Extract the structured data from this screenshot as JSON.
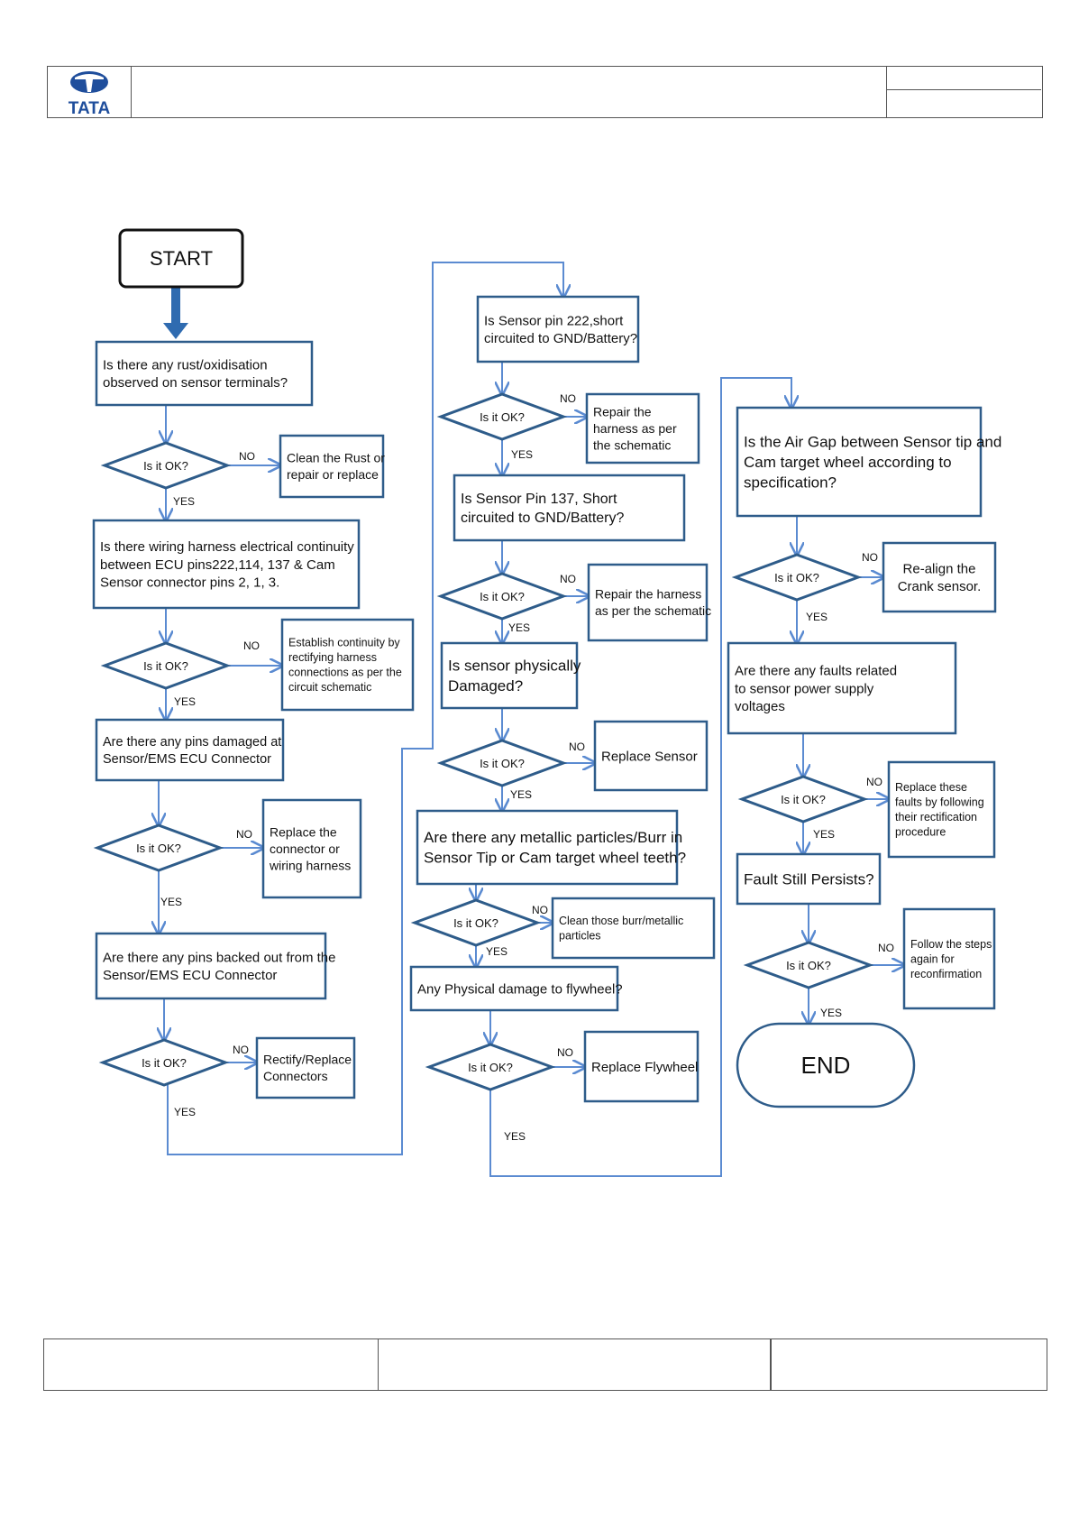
{
  "logo": {
    "text": "TATA",
    "color": "#1F4E9C"
  },
  "colors": {
    "box_border": "#2E5C8A",
    "line": "#5B8BD1",
    "arrow_start": "#2F6BB0"
  },
  "labels": {
    "ok": "Is it OK?",
    "no": "NO",
    "yes": "YES"
  },
  "nodes": {
    "start": "START",
    "q_rust": [
      "Is there any rust/oxidisation",
      "observed on sensor terminals?"
    ],
    "a_rust": [
      "Clean the Rust or",
      "repair or replace"
    ],
    "q_continuity": [
      "Is there wiring harness electrical continuity",
      "between ECU pins222,114, 137 & Cam",
      "Sensor connector pins 2, 1, 3."
    ],
    "a_continuity": [
      "Establish continuity by",
      "rectifying harness",
      "connections as per the",
      "circuit schematic"
    ],
    "q_pins_damaged": [
      "Are there any pins damaged at",
      "Sensor/EMS ECU Connector"
    ],
    "a_pins_damaged": [
      "Replace the",
      "connector or",
      "wiring harness"
    ],
    "q_pins_backed": [
      "Are there any pins backed out from the",
      "Sensor/EMS ECU Connector"
    ],
    "a_pins_backed": [
      "Rectify/Replace",
      "Connectors"
    ],
    "q_pin222": [
      "Is Sensor pin 222,short",
      "circuited to GND/Battery?"
    ],
    "a_pin222": [
      "Repair the",
      "harness as per",
      "the schematic"
    ],
    "q_pin137": [
      "Is Sensor Pin 137, Short",
      "circuited to GND/Battery?"
    ],
    "a_pin137": [
      "Repair the harness",
      "as per the schematic"
    ],
    "q_physical": [
      "Is sensor physically",
      "Damaged?"
    ],
    "a_physical": [
      "Replace Sensor"
    ],
    "q_particles": [
      "Are there any metallic particles/Burr in",
      "Sensor Tip or Cam target wheel teeth?"
    ],
    "a_particles": [
      "Clean those burr/metallic",
      "particles"
    ],
    "q_flywheel": [
      "Any Physical damage to flywheel?"
    ],
    "a_flywheel": [
      "Replace Flywheel"
    ],
    "q_airgap": [
      "Is the Air Gap between Sensor tip and",
      "Cam target wheel according to",
      "specification?"
    ],
    "a_airgap": [
      "Re-align the",
      "Crank sensor."
    ],
    "q_supply": [
      "Are there any faults related",
      "to sensor power supply",
      "voltages"
    ],
    "a_supply": [
      "Replace these",
      "faults by following",
      "their rectification",
      "procedure"
    ],
    "q_persists": [
      "Fault Still Persists?"
    ],
    "a_persists": [
      "Follow the steps",
      "again for",
      "reconfirmation"
    ],
    "end": "END"
  }
}
